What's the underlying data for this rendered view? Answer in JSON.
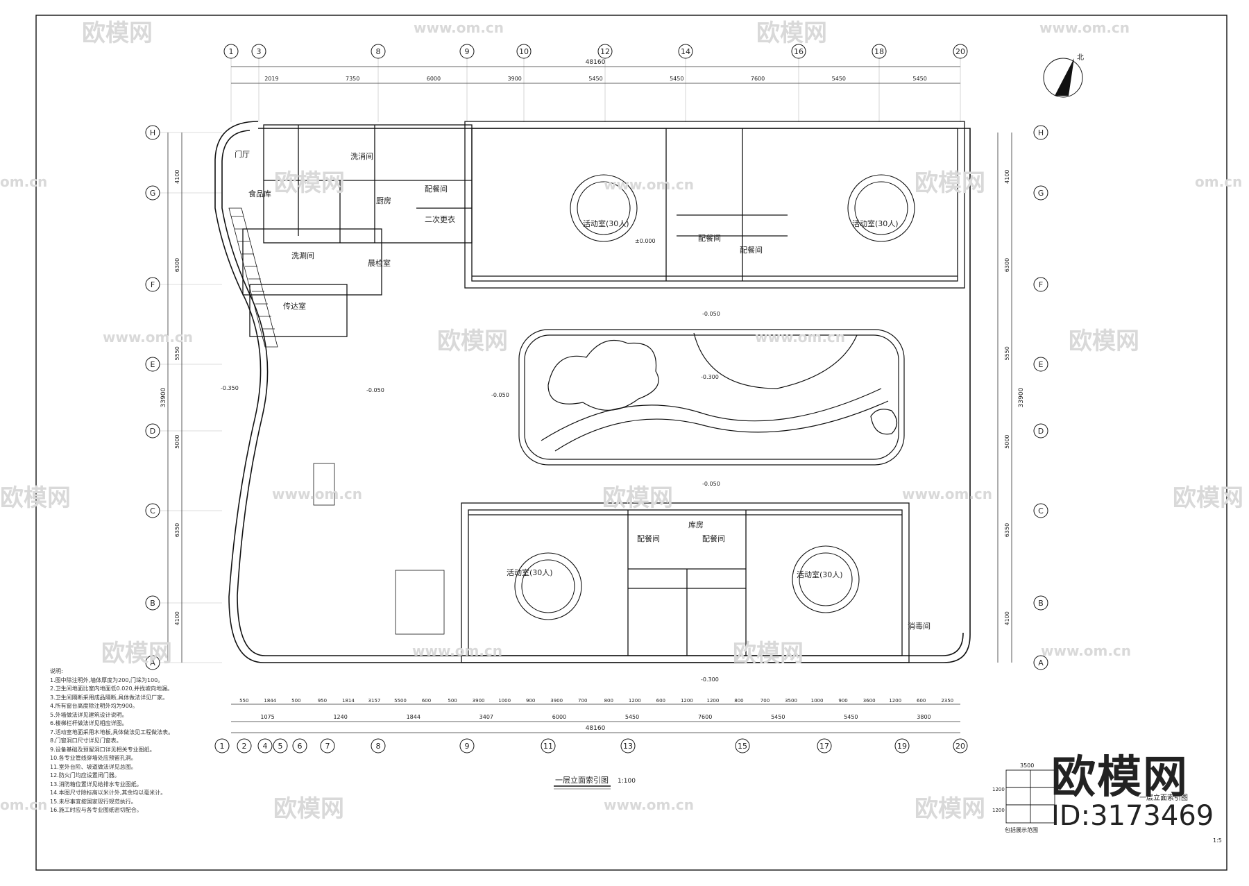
{
  "watermark": {
    "brand": "欧模网",
    "url": "www.om.cn",
    "site": "om.cn"
  },
  "overlay": {
    "brand": "欧模网",
    "id": "ID:3173469"
  },
  "drawing": {
    "title": "一层立面索引图",
    "title_scale": "1:100",
    "legend_title": "包括展示范围",
    "legend_dim_top": "3500",
    "legend_dim_side": [
      "1200",
      "1200"
    ],
    "sheet_no": "1:5",
    "north_label": "北",
    "side_title": "一层立面索引图"
  },
  "axes": {
    "top": [
      "1",
      "3",
      "8",
      "9",
      "10",
      "12",
      "14",
      "16",
      "18",
      "20"
    ],
    "bottom": [
      "1",
      "2",
      "4",
      "5",
      "6",
      "7",
      "8",
      "9",
      "11",
      "13",
      "15",
      "17",
      "19",
      "20"
    ],
    "left_rows": [
      "H",
      "G",
      "F",
      "E",
      "D",
      "C",
      "B",
      "A"
    ],
    "right_rows": [
      "H",
      "G",
      "F",
      "E",
      "D",
      "C",
      "B",
      "A"
    ]
  },
  "dimensions": {
    "top_total": "48160",
    "top_segments": [
      "2019",
      "7350",
      "6000",
      "3900",
      "5450",
      "5450",
      "7600",
      "5450",
      "5450"
    ],
    "bottom_total": "48160",
    "bottom_row1": [
      "550",
      "1844",
      "500",
      "950",
      "1814",
      "3157",
      "5500",
      "600",
      "500",
      "3900",
      "1000",
      "900",
      "3900",
      "700",
      "800",
      "1200",
      "600",
      "1200",
      "1200",
      "800",
      "700",
      "3500",
      "1000",
      "900",
      "3600",
      "1200",
      "600",
      "2350"
    ],
    "bottom_row2": [
      "1075",
      "1240",
      "1844",
      "3407",
      "6000",
      "5450",
      "7600",
      "5450",
      "5450",
      "3800"
    ],
    "left_total": "33900",
    "left_segments": [
      "4100",
      "6300",
      "5550",
      "5000",
      "6350",
      "4100"
    ],
    "right_total": "33900",
    "right_segments": [
      "4100",
      "6300",
      "5550",
      "5000",
      "6350",
      "4100"
    ]
  },
  "rooms": [
    {
      "id": "r1",
      "label": "门厅"
    },
    {
      "id": "r2",
      "label": "食品库"
    },
    {
      "id": "r3",
      "label": "厨房"
    },
    {
      "id": "r4",
      "label": "洗消间"
    },
    {
      "id": "r5",
      "label": "配餐间"
    },
    {
      "id": "r6",
      "label": "晨检室"
    },
    {
      "id": "r7",
      "label": "二次更衣"
    },
    {
      "id": "r8",
      "label": "洗涮间"
    },
    {
      "id": "r9",
      "label": "传达室"
    },
    {
      "id": "r10",
      "label": "活动室(30人)"
    },
    {
      "id": "r11",
      "label": "活动室(30人)"
    },
    {
      "id": "r12",
      "label": "配餐间"
    },
    {
      "id": "r13",
      "label": "配餐间"
    },
    {
      "id": "r14",
      "label": "活动室(30人)"
    },
    {
      "id": "r15",
      "label": "活动室(30人)"
    },
    {
      "id": "r16",
      "label": "配餐间"
    },
    {
      "id": "r17",
      "label": "配餐间"
    },
    {
      "id": "r18",
      "label": "消毒间"
    },
    {
      "id": "r19",
      "label": "库房"
    }
  ],
  "levels": [
    "-0.350",
    "-0.050",
    "±0.000",
    "-0.300",
    "-0.050",
    "-0.050",
    "-0.050",
    "-0.300"
  ],
  "notes": [
    "说明:",
    "1.图中除注明外,墙体厚度为200,门垛为100。",
    "2.卫生间地面比室内地面低0.020,并找坡向地漏。",
    "3.卫生间隔断采用成品隔断,具体做法详见厂家。",
    "4.所有窗台高度除注明外均为900。",
    "5.外墙做法详见建筑设计说明。",
    "6.楼梯栏杆做法详见相应详图。",
    "7.活动室地面采用木地板,具体做法见工程做法表。",
    "8.门窗洞口尺寸详见门窗表。",
    "9.设备基础及预留洞口详见相关专业图纸。",
    "10.各专业管线穿墙处应预留孔洞。",
    "11.室外台阶、坡道做法详见总图。",
    "12.防火门均应设置闭门器。",
    "13.消防箱位置详见给排水专业图纸。",
    "14.本图尺寸除标高以米计外,其余均以毫米计。",
    "15.未尽事宜按国家现行规范执行。",
    "16.施工时应与各专业图纸密切配合。"
  ]
}
